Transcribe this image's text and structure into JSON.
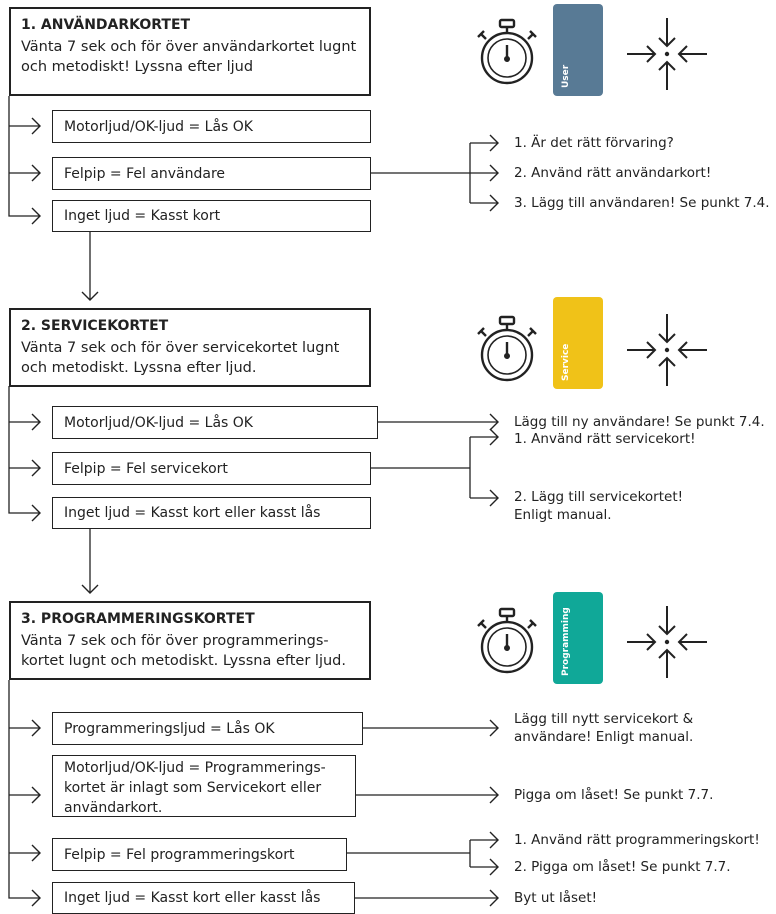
{
  "sections": [
    {
      "title": "1. ANVÄNDARKORTET",
      "desc1": "Vänta 7 sek och för över användarkortet lugnt",
      "desc2": "och metodiskt! Lyssna efter ljud",
      "card_label": "User",
      "card_color": "#587a95",
      "options": [
        "Motorljud/OK-ljud = Lås OK",
        "Felpip = Fel användare",
        "Inget ljud = Kasst kort"
      ],
      "results": [
        "1. Är det rätt förvaring?",
        "2. Använd rätt användarkort!",
        "3. Lägg till användaren! Se punkt 7.4."
      ]
    },
    {
      "title": "2. SERVICEKORTET",
      "desc1": "Vänta 7 sek och för över servicekortet lugnt",
      "desc2": "och metodiskt. Lyssna efter ljud.",
      "card_label": "Service",
      "card_color": "#f0c218",
      "options": [
        "Motorljud/OK-ljud = Lås OK",
        "Felpip = Fel servicekort",
        "Inget ljud = Kasst kort eller kasst lås"
      ],
      "results": [
        "Lägg till ny användare! Se punkt 7.4.",
        "1. Använd rätt servicekort!",
        "2. Lägg till servicekortet!",
        "Enligt manual."
      ]
    },
    {
      "title": "3. PROGRAMMERINGSKORTET",
      "desc1": "Vänta 7 sek och för över programmerings-",
      "desc2": "kortet lugnt och metodiskt. Lyssna efter ljud.",
      "card_label": "Programming",
      "card_color": "#10a898",
      "options": [
        "Programmeringsljud = Lås OK",
        "Motorljud/OK-ljud = Programmerings-",
        "kortet är inlagt som Servicekort eller",
        "användarkort.",
        "Felpip = Fel programmeringskort",
        "Inget ljud = Kasst kort eller kasst lås"
      ],
      "results": [
        "Lägg till nytt servicekort &",
        "användare! Enligt manual.",
        "Pigga om låset! Se punkt 7.7.",
        "1. Använd rätt programmeringskort!",
        "2. Pigga om låset! Se punkt 7.7.",
        "Byt ut låset!"
      ]
    }
  ]
}
